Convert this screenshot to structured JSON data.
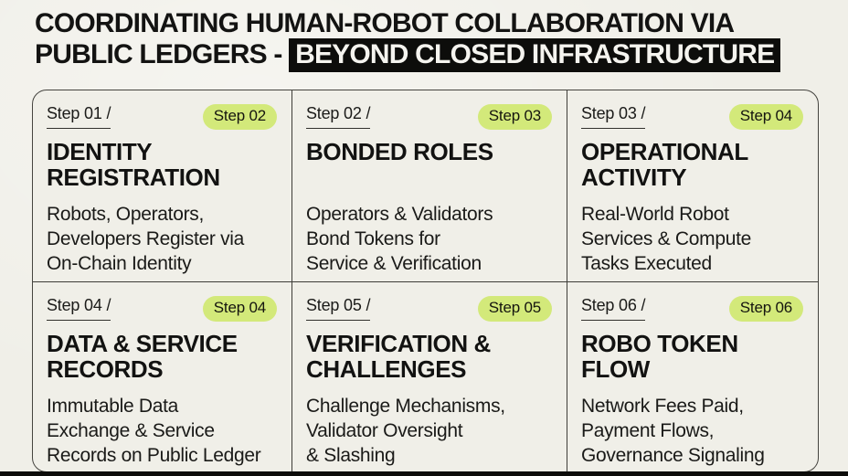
{
  "page": {
    "background_color": "#f0efe8",
    "text_color": "#141413",
    "accent_green": "#d3e97a",
    "highlight_bg": "#0d0d0b",
    "highlight_text": "#f5f4ef"
  },
  "title": {
    "line1": "COORDINATING HUMAN-ROBOT COLLABORATION VIA",
    "line2_prefix": "PUBLIC LEDGERS - ",
    "line2_highlight": "BEYOND CLOSED INFRASTRUCTURE"
  },
  "steps": [
    {
      "label": "Step 01 /",
      "badge": "Step 02",
      "heading_lines": [
        "IDENTITY",
        "REGISTRATION"
      ],
      "body_lines": [
        "Robots, Operators,",
        "Developers Register via",
        "On-Chain Identity"
      ]
    },
    {
      "label": "Step 02 /",
      "badge": "Step 03",
      "heading_lines": [
        "BONDED ROLES"
      ],
      "body_lines": [
        "Operators & Validators",
        "Bond Tokens for",
        "Service & Verification"
      ]
    },
    {
      "label": "Step 03 /",
      "badge": "Step 04",
      "heading_lines": [
        "OPERATIONAL",
        "ACTIVITY"
      ],
      "body_lines": [
        "Real-World Robot",
        "Services & Compute",
        "Tasks Executed"
      ]
    },
    {
      "label": "Step 04 /",
      "badge": "Step 04",
      "heading_lines": [
        "DATA & SERVICE",
        "RECORDS"
      ],
      "body_lines": [
        "Immutable Data",
        "Exchange & Service",
        "Records on Public Ledger"
      ]
    },
    {
      "label": "Step 05 /",
      "badge": "Step 05",
      "heading_lines": [
        "VERIFICATION &",
        "CHALLENGES"
      ],
      "body_lines": [
        "Challenge Mechanisms,",
        "Validator Oversight",
        "& Slashing"
      ]
    },
    {
      "label": "Step 06 /",
      "badge": "Step 06",
      "heading_lines": [
        "ROBO TOKEN",
        "FLOW"
      ],
      "body_lines": [
        "Network Fees Paid,",
        "Payment Flows,",
        "Governance Signaling"
      ]
    }
  ]
}
